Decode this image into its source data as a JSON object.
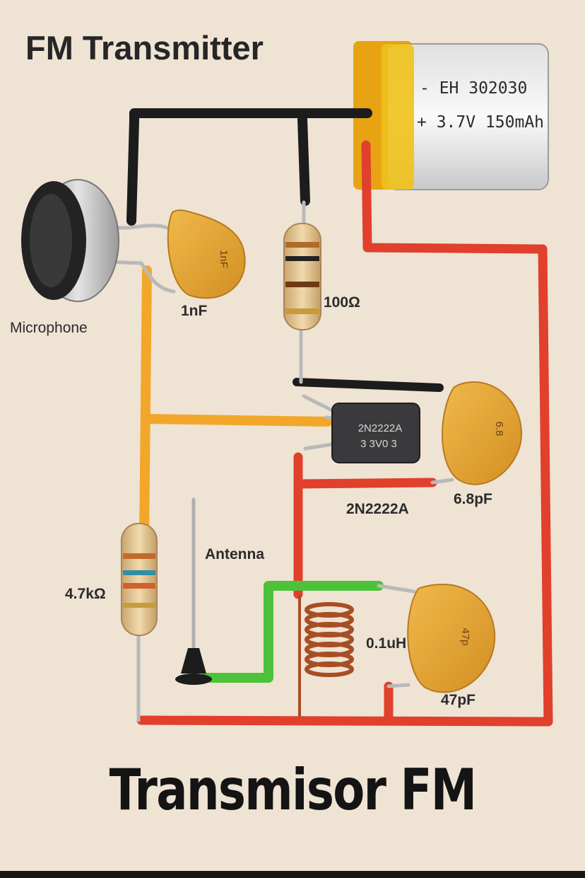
{
  "title": "FM Transmitter",
  "subtitle": "Transmisor FM",
  "battery": {
    "line1": "- EH 302030",
    "line2": "+ 3.7V 150mAh"
  },
  "labels": {
    "microphone": "Microphone",
    "c1": "1nF",
    "c1_marking": "1nF",
    "r1": "100Ω",
    "transistor_marking_1": "2N2222A",
    "transistor_marking_2": "3 3V0 3",
    "transistor": "2N2222A",
    "c2": "6.8pF",
    "c2_marking": "6.8",
    "antenna": "Antenna",
    "r2": "4.7kΩ",
    "coil": "0.1uH",
    "c3": "47pF",
    "c3_marking": "47p"
  },
  "colors": {
    "background": "#efe3d4",
    "wire_black": "#1c1c1c",
    "wire_red": "#e0402c",
    "wire_orange": "#f2a72a",
    "wire_green": "#4cc23a",
    "capacitor": "#e6a538",
    "resistor_body": "#e7c896",
    "coil": "#a84e24"
  }
}
